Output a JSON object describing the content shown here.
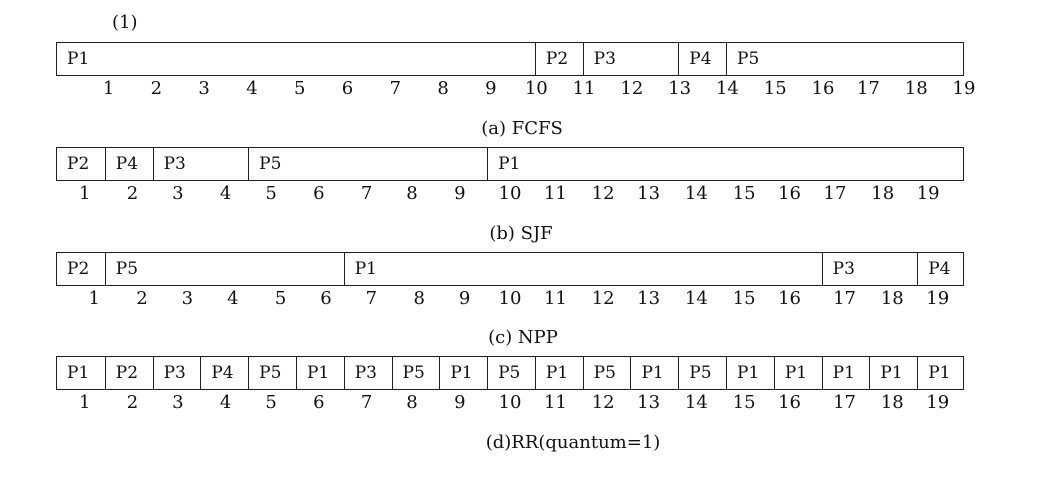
{
  "heading": "(1)",
  "charts": [
    {
      "id": "fcfs",
      "caption": "(a)  FCFS",
      "segments": [
        {
          "label": "P1",
          "start": 0,
          "end": 10
        },
        {
          "label": "P2",
          "start": 10,
          "end": 11
        },
        {
          "label": "P3",
          "start": 11,
          "end": 13
        },
        {
          "label": "P4",
          "start": 13,
          "end": 14
        },
        {
          "label": "P5",
          "start": 14,
          "end": 19
        }
      ],
      "ticks": [
        {
          "label": "1",
          "pos": 1.1
        },
        {
          "label": "2",
          "pos": 2.1
        },
        {
          "label": "3",
          "pos": 3.1
        },
        {
          "label": "4",
          "pos": 4.1
        },
        {
          "label": "5",
          "pos": 5.1
        },
        {
          "label": "6",
          "pos": 6.1
        },
        {
          "label": "7",
          "pos": 7.1
        },
        {
          "label": "8",
          "pos": 8.1
        },
        {
          "label": "9",
          "pos": 9.1
        },
        {
          "label": "10",
          "pos": 10.05
        },
        {
          "label": "11",
          "pos": 11.05
        },
        {
          "label": "12",
          "pos": 12.05
        },
        {
          "label": "13",
          "pos": 13.05
        },
        {
          "label": "14",
          "pos": 14.05
        },
        {
          "label": "15",
          "pos": 15.05
        },
        {
          "label": "16",
          "pos": 16.05
        },
        {
          "label": "17",
          "pos": 17.0
        },
        {
          "label": "18",
          "pos": 18.0
        },
        {
          "label": "19",
          "pos": 19.0
        }
      ]
    },
    {
      "id": "sjf",
      "caption": "(b)  SJF",
      "segments": [
        {
          "label": "P2",
          "start": 0,
          "end": 1
        },
        {
          "label": "P4",
          "start": 1,
          "end": 2
        },
        {
          "label": "P3",
          "start": 2,
          "end": 4
        },
        {
          "label": "P5",
          "start": 4,
          "end": 9
        },
        {
          "label": "P1",
          "start": 9,
          "end": 19
        }
      ],
      "ticks": [
        {
          "label": "1",
          "pos": 0.6
        },
        {
          "label": "2",
          "pos": 1.6
        },
        {
          "label": "3",
          "pos": 2.55
        },
        {
          "label": "4",
          "pos": 3.55
        },
        {
          "label": "5",
          "pos": 4.5
        },
        {
          "label": "6",
          "pos": 5.5
        },
        {
          "label": "7",
          "pos": 6.5
        },
        {
          "label": "8",
          "pos": 7.45
        },
        {
          "label": "9",
          "pos": 8.45
        },
        {
          "label": "10",
          "pos": 9.5
        },
        {
          "label": "11",
          "pos": 10.45
        },
        {
          "label": "12",
          "pos": 11.45
        },
        {
          "label": "13",
          "pos": 12.4
        },
        {
          "label": "14",
          "pos": 13.4
        },
        {
          "label": "15",
          "pos": 14.4
        },
        {
          "label": "16",
          "pos": 15.35
        },
        {
          "label": "17",
          "pos": 16.3
        },
        {
          "label": "18",
          "pos": 17.3
        },
        {
          "label": "19",
          "pos": 18.25
        }
      ]
    },
    {
      "id": "npp",
      "caption": "(c)  NPP",
      "segments": [
        {
          "label": "P2",
          "start": 0,
          "end": 1
        },
        {
          "label": "P5",
          "start": 1,
          "end": 6
        },
        {
          "label": "P1",
          "start": 6,
          "end": 16
        },
        {
          "label": "P3",
          "start": 16,
          "end": 18
        },
        {
          "label": "P4",
          "start": 18,
          "end": 19
        }
      ],
      "ticks": [
        {
          "label": "1",
          "pos": 0.8
        },
        {
          "label": "2",
          "pos": 1.8
        },
        {
          "label": "3",
          "pos": 2.75
        },
        {
          "label": "4",
          "pos": 3.7
        },
        {
          "label": "5",
          "pos": 4.7
        },
        {
          "label": "6",
          "pos": 5.65
        },
        {
          "label": "7",
          "pos": 6.6
        },
        {
          "label": "8",
          "pos": 7.6
        },
        {
          "label": "9",
          "pos": 8.55
        },
        {
          "label": "10",
          "pos": 9.5
        },
        {
          "label": "11",
          "pos": 10.45
        },
        {
          "label": "12",
          "pos": 11.45
        },
        {
          "label": "13",
          "pos": 12.4
        },
        {
          "label": "14",
          "pos": 13.4
        },
        {
          "label": "15",
          "pos": 14.4
        },
        {
          "label": "16",
          "pos": 15.35
        },
        {
          "label": "17",
          "pos": 16.5
        },
        {
          "label": "18",
          "pos": 17.5
        },
        {
          "label": "19",
          "pos": 18.45
        }
      ]
    },
    {
      "id": "rr",
      "caption": "(d)RR(quantum=1)",
      "segments": [
        {
          "label": "P1",
          "start": 0,
          "end": 1
        },
        {
          "label": "P2",
          "start": 1,
          "end": 2
        },
        {
          "label": "P3",
          "start": 2,
          "end": 3
        },
        {
          "label": "P4",
          "start": 3,
          "end": 4
        },
        {
          "label": "P5",
          "start": 4,
          "end": 5
        },
        {
          "label": "P1",
          "start": 5,
          "end": 6
        },
        {
          "label": "P3",
          "start": 6,
          "end": 7
        },
        {
          "label": "P5",
          "start": 7,
          "end": 8
        },
        {
          "label": "P1",
          "start": 8,
          "end": 9
        },
        {
          "label": "P5",
          "start": 9,
          "end": 10
        },
        {
          "label": "P1",
          "start": 10,
          "end": 11
        },
        {
          "label": "P5",
          "start": 11,
          "end": 12
        },
        {
          "label": "P1",
          "start": 12,
          "end": 13
        },
        {
          "label": "P5",
          "start": 13,
          "end": 14
        },
        {
          "label": "P1",
          "start": 14,
          "end": 15
        },
        {
          "label": "P1",
          "start": 15,
          "end": 16
        },
        {
          "label": "P1",
          "start": 16,
          "end": 17
        },
        {
          "label": "P1",
          "start": 17,
          "end": 18
        },
        {
          "label": "P1",
          "start": 18,
          "end": 19
        }
      ],
      "ticks": [
        {
          "label": "1",
          "pos": 0.6
        },
        {
          "label": "2",
          "pos": 1.6
        },
        {
          "label": "3",
          "pos": 2.55
        },
        {
          "label": "4",
          "pos": 3.55
        },
        {
          "label": "5",
          "pos": 4.5
        },
        {
          "label": "6",
          "pos": 5.5
        },
        {
          "label": "7",
          "pos": 6.5
        },
        {
          "label": "8",
          "pos": 7.45
        },
        {
          "label": "9",
          "pos": 8.45
        },
        {
          "label": "10",
          "pos": 9.5
        },
        {
          "label": "11",
          "pos": 10.45
        },
        {
          "label": "12",
          "pos": 11.45
        },
        {
          "label": "13",
          "pos": 12.4
        },
        {
          "label": "14",
          "pos": 13.4
        },
        {
          "label": "15",
          "pos": 14.4
        },
        {
          "label": "16",
          "pos": 15.35
        },
        {
          "label": "17",
          "pos": 16.5
        },
        {
          "label": "18",
          "pos": 17.5
        },
        {
          "label": "19",
          "pos": 18.45
        }
      ]
    }
  ]
}
